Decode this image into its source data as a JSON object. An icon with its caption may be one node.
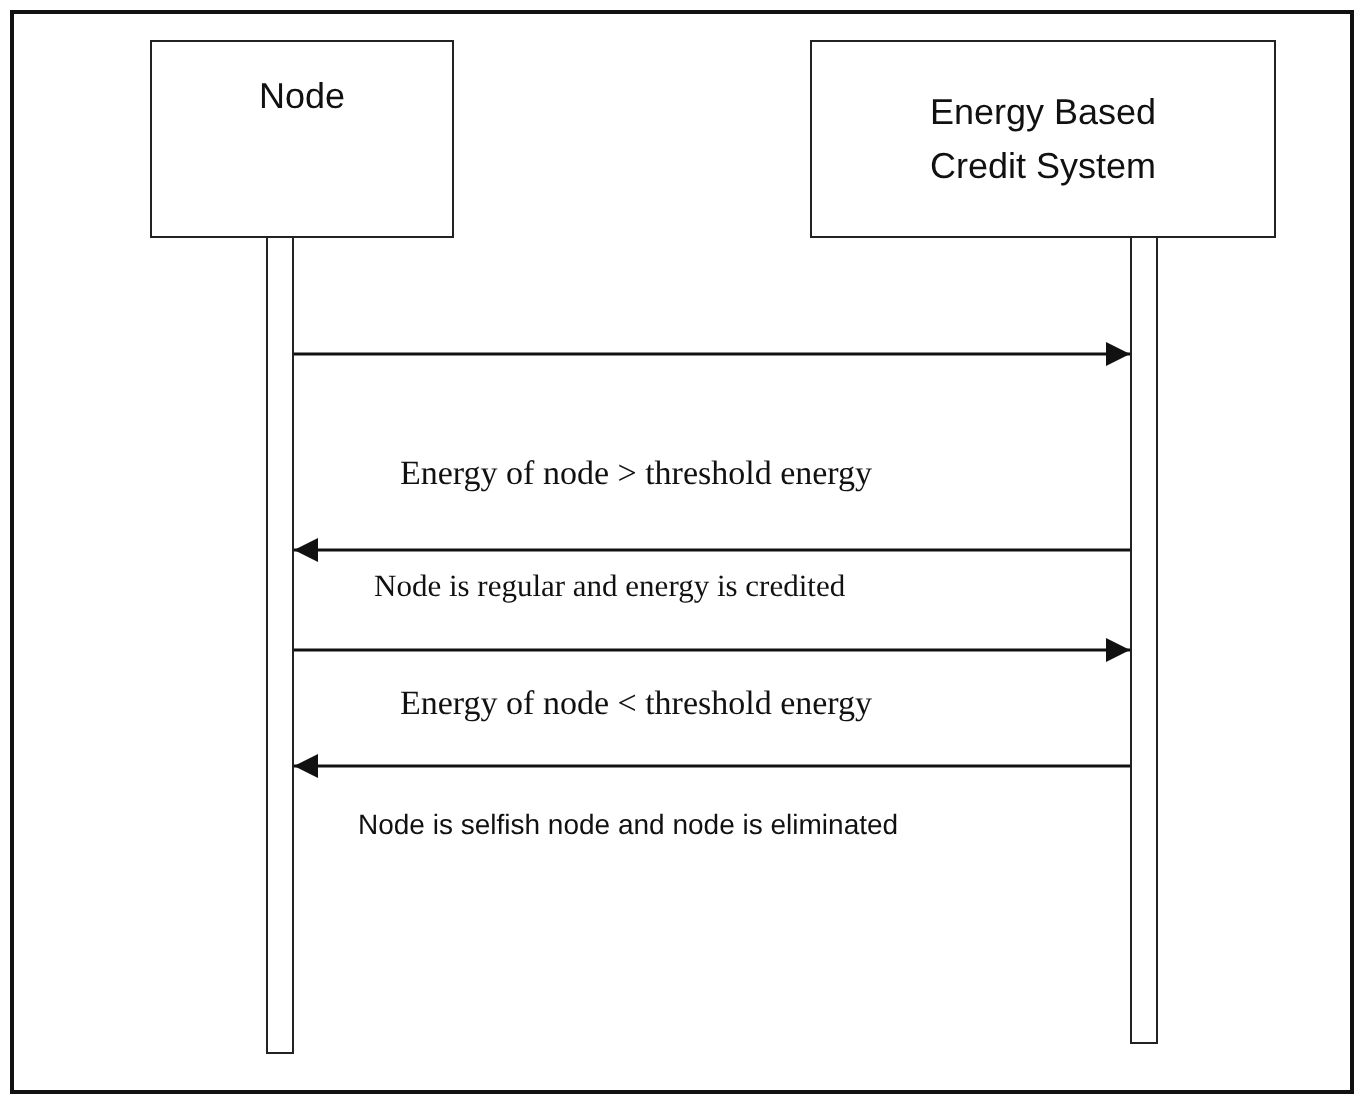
{
  "diagram": {
    "nodes": [
      {
        "text": [
          "Node"
        ]
      },
      {
        "text": [
          "Energy Based Credit System"
        ]
      },
      {
        "text": [],
        "shape": "bar"
      },
      {
        "text": [],
        "shape": "bar"
      }
    ],
    "edges": [
      {
        "from": 2,
        "to": 3,
        "arrow": "to"
      },
      {
        "from": 3,
        "to": 2,
        "arrow": "to"
      },
      {
        "from": 2,
        "to": 3,
        "arrow": "to"
      },
      {
        "from": 3,
        "to": 2,
        "arrow": "to"
      }
    ],
    "labels": [
      "Energy of node > threshold energy",
      "Node is regular and energy is credited",
      "Energy of node < threshold energy",
      "Node is selfish node and node is eliminated"
    ]
  }
}
